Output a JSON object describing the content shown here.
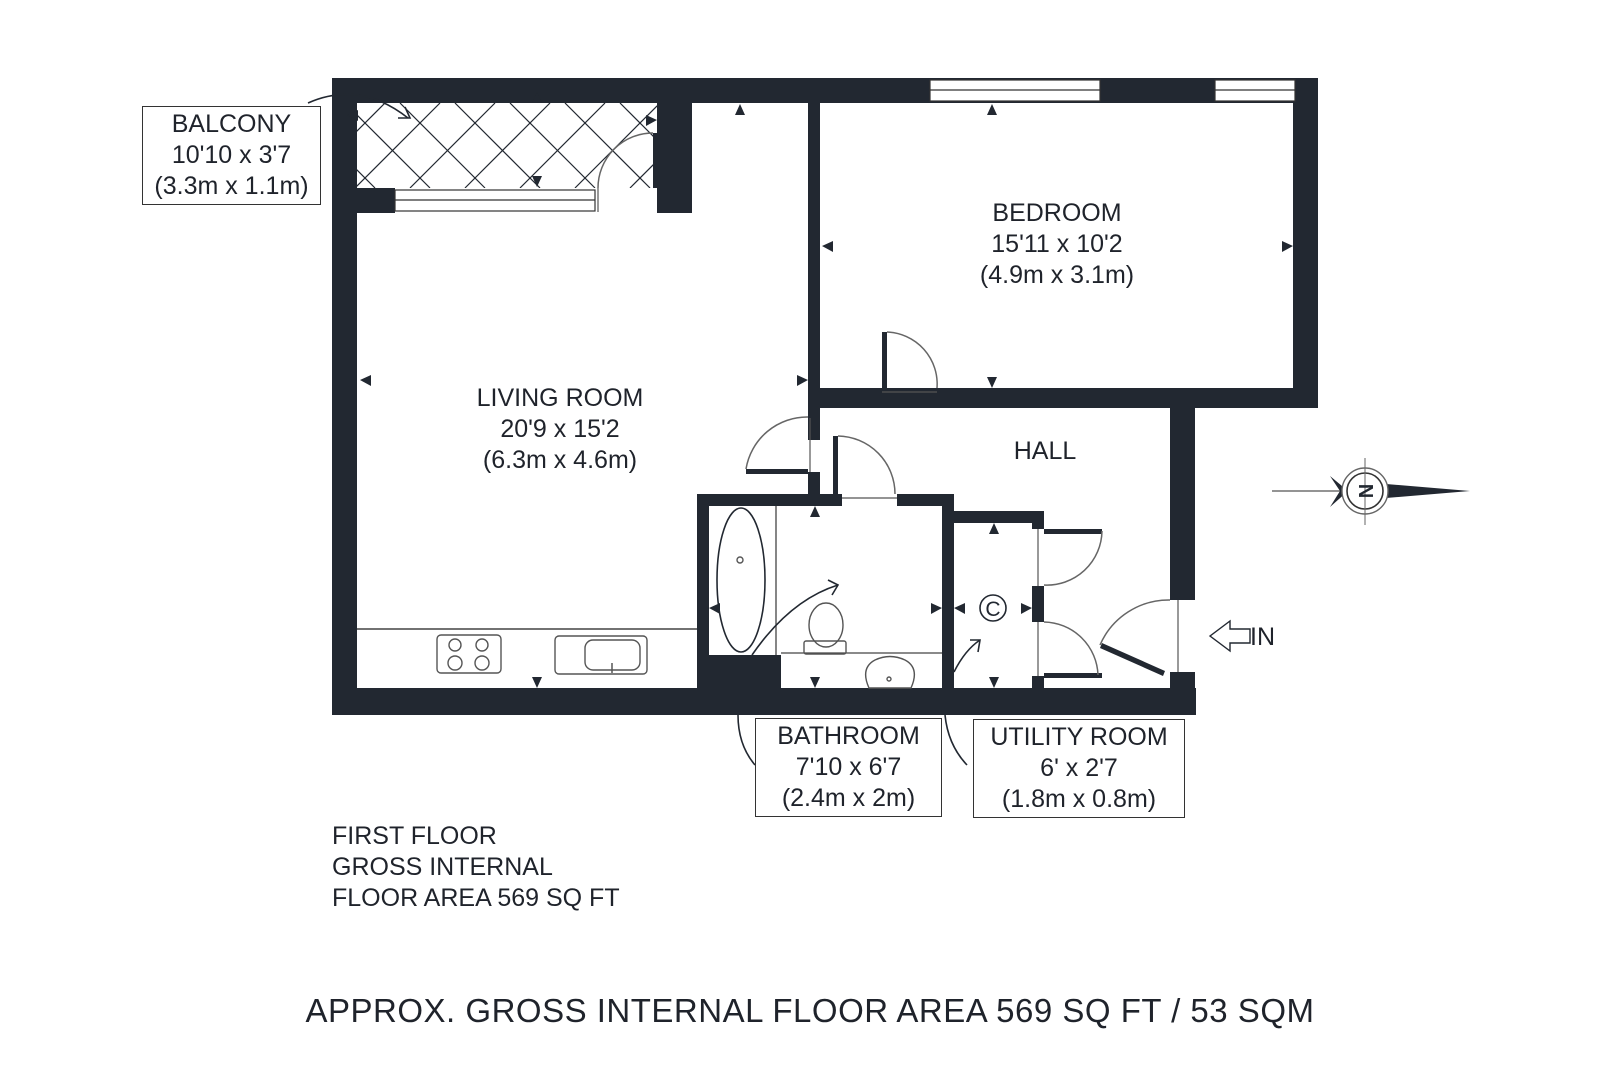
{
  "rooms": {
    "balcony": {
      "name": "BALCONY",
      "imperial": "10'10 x 3'7",
      "metric": "(3.3m x 1.1m)"
    },
    "bedroom": {
      "name": "BEDROOM",
      "imperial": "15'11 x 10'2",
      "metric": "(4.9m x 3.1m)"
    },
    "living_room": {
      "name": "LIVING ROOM",
      "imperial": "20'9 x 15'2",
      "metric": "(6.3m x 4.6m)"
    },
    "hall": {
      "name": "HALL"
    },
    "bathroom": {
      "name": "BATHROOM",
      "imperial": "7'10 x 6'7",
      "metric": "(2.4m x 2m)"
    },
    "utility_room": {
      "name": "UTILITY ROOM",
      "imperial": "6' x 2'7",
      "metric": "(1.8m x 0.8m)"
    }
  },
  "symbols": {
    "cupboard": "C",
    "entrance": "IN",
    "north": "N"
  },
  "floor_note": {
    "line1": "FIRST FLOOR",
    "line2": "GROSS INTERNAL",
    "line3": "FLOOR AREA 569 SQ FT"
  },
  "footer": "APPROX. GROSS INTERNAL FLOOR AREA 569 SQ FT / 53 SQM",
  "colors": {
    "wall": "#222831",
    "text": "#1f232b",
    "background": "#ffffff"
  }
}
